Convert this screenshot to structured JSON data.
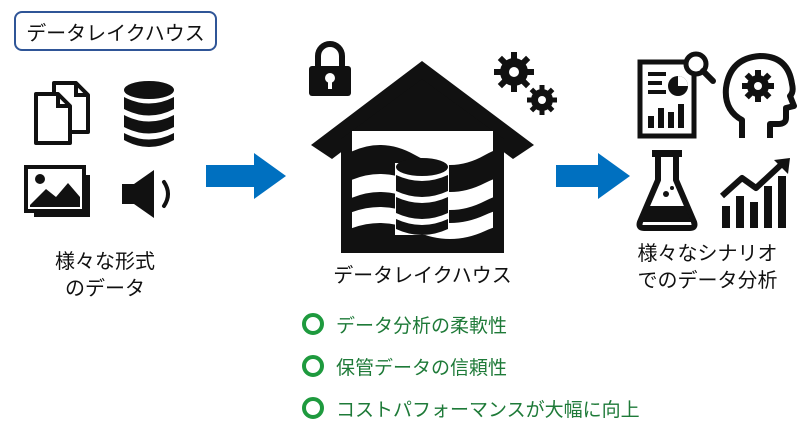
{
  "title": "データレイクハウス",
  "left_caption": [
    "様々な形式",
    "のデータ"
  ],
  "center_caption": "データレイクハウス",
  "right_caption": [
    "様々なシナリオ",
    "でのデータ分析"
  ],
  "benefits": [
    "データ分析の柔軟性",
    "保管データの信頼性",
    "コストパフォーマンスが大幅に向上"
  ],
  "colors": {
    "arrow": "#0070c0",
    "border": "#2f5597",
    "benefit_text": "#1e7a38",
    "benefit_ring": "#1e9a3e",
    "icon": "#111111"
  },
  "icons": {
    "left": [
      "documents-icon",
      "database-icon",
      "images-icon",
      "speaker-icon"
    ],
    "center": [
      "lock-icon",
      "house-icon",
      "gears-icon",
      "lake-waves-icon",
      "database-icon"
    ],
    "right": [
      "report-magnifier-icon",
      "head-gear-icon",
      "flask-icon",
      "growth-chart-icon"
    ]
  }
}
